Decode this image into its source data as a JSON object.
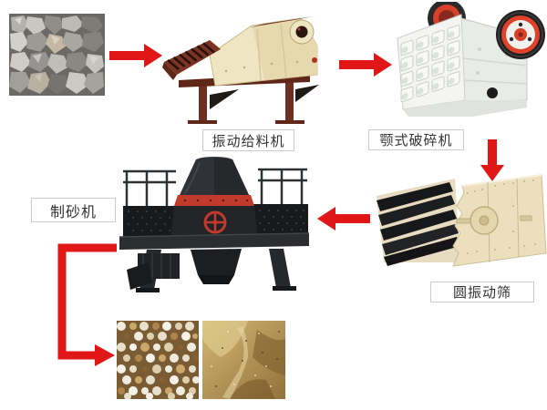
{
  "diagram": {
    "type": "process-flow",
    "subject": "sand-making-production-line",
    "background": "#ffffff",
    "labels": {
      "feeder": "振动给料机",
      "jaw_crusher": "颚式破碎机",
      "sand_maker": "制砂机",
      "vibrating_screen": "圆振动筛"
    },
    "nodes": [
      {
        "id": "raw-material",
        "kind": "photo",
        "image": "raw-stone-pile-photo",
        "label": ""
      },
      {
        "id": "vibrating-feeder",
        "kind": "illustration",
        "image": "vibrating-feeder-machine",
        "label": "振动给料机"
      },
      {
        "id": "jaw-crusher",
        "kind": "illustration",
        "image": "jaw-crusher-machine",
        "label": "颚式破碎机"
      },
      {
        "id": "vibrating-screen",
        "kind": "illustration",
        "image": "circular-vibrating-screen-machine",
        "label": "圆振动筛"
      },
      {
        "id": "sand-maker",
        "kind": "illustration",
        "image": "sand-making-machine",
        "label": "制砂机"
      },
      {
        "id": "product-coarse",
        "kind": "photo",
        "image": "coarse-sand-product-photo",
        "label": ""
      },
      {
        "id": "product-fine",
        "kind": "photo",
        "image": "fine-sand-product-photo",
        "label": ""
      }
    ],
    "edges": [
      {
        "from": "raw-material",
        "to": "vibrating-feeder",
        "direction": "right"
      },
      {
        "from": "vibrating-feeder",
        "to": "jaw-crusher",
        "direction": "right"
      },
      {
        "from": "jaw-crusher",
        "to": "vibrating-screen",
        "direction": "down"
      },
      {
        "from": "vibrating-screen",
        "to": "sand-maker",
        "direction": "left"
      },
      {
        "from": "sand-maker",
        "to": "products",
        "direction": "down-then-right"
      }
    ],
    "colors": {
      "arrow_red": "#e11717",
      "label_border": "#cccccc",
      "label_text": "#333333",
      "feeder_body": "#f0e5c2",
      "feeder_frame": "#7a3424",
      "crusher_body": "#f4f5f2",
      "crusher_wheel_red": "#e04229",
      "screen_body": "#ecdfbd",
      "screen_deck_black": "#17181a",
      "sand_maker_body": "#27292c",
      "sand_maker_red": "#c23a2c"
    }
  }
}
